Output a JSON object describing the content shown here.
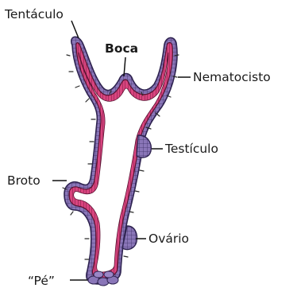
{
  "labels": {
    "tentaculo": "Tentáculo",
    "boca": "Boca",
    "nematocisto": "Nematocisto",
    "testiculo": "Testículo",
    "broto": "Broto",
    "ovario": "Ovário",
    "pe": "“Pé”"
  },
  "colors": {
    "ectoderm": "#8a76b8",
    "ectoderm_stroke": "#3d2f66",
    "endoderm": "#d9447f",
    "endoderm_stroke": "#5a1232",
    "cavity": "#ffffff",
    "leader": "#111111"
  }
}
